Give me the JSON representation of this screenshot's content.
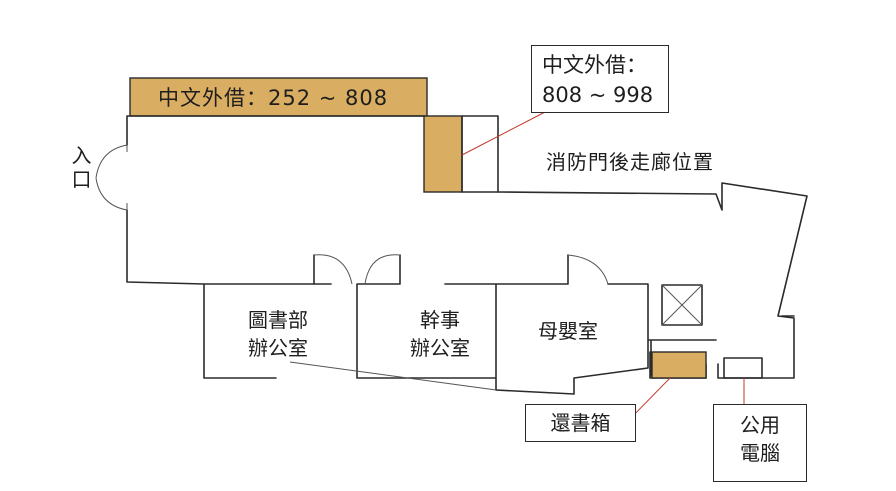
{
  "colors": {
    "shelf_fill": "#D9AD62",
    "wall": "#2b2b2b",
    "leader": "#c0392b",
    "background": "#ffffff"
  },
  "labels": {
    "entrance": "入口",
    "fire_door_corridor": "消防門後走廊位置",
    "library_office_line1": "圖書部",
    "library_office_line2": "辦公室",
    "executive_office_line1": "幹事",
    "executive_office_line2": "辦公室",
    "nursing_room": "母嬰室",
    "book_return_box": "還書箱",
    "public_computer_line1": "公用",
    "public_computer_line2": "電腦"
  },
  "shelves": {
    "top_shelf": "中文外借：252 ~ 808",
    "side_shelf_line1": "中文外借：",
    "side_shelf_line2": "808 ~ 998"
  },
  "icons": {
    "stairwell": "box-cross-icon"
  }
}
